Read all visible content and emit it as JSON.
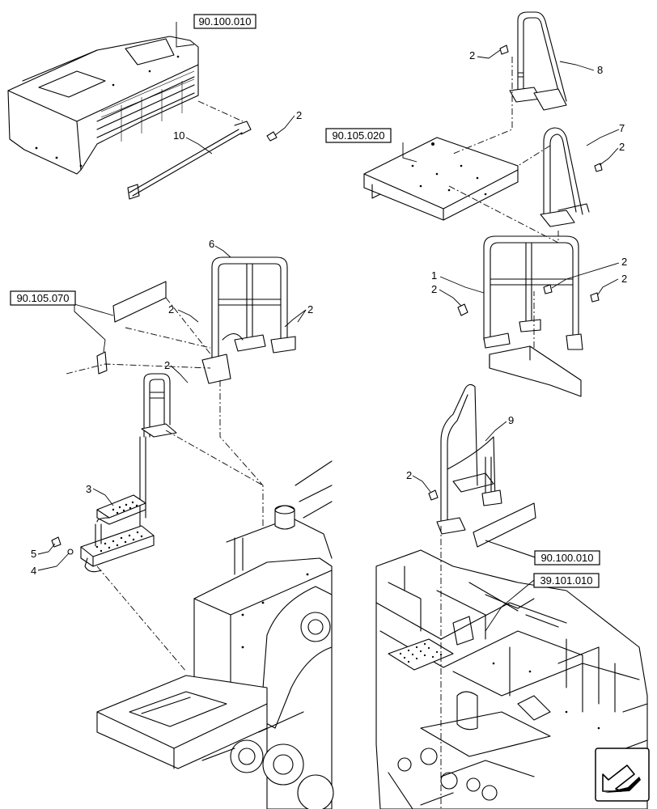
{
  "ref_boxes": [
    {
      "label": "90.100.010"
    },
    {
      "label": "90.105.020"
    },
    {
      "label": "90.105.070"
    },
    {
      "label": "90.100.010"
    },
    {
      "label": "39.101.010"
    }
  ],
  "callouts": [
    {
      "label": "2"
    },
    {
      "label": "8"
    },
    {
      "label": "2"
    },
    {
      "label": "10"
    },
    {
      "label": "7"
    },
    {
      "label": "2"
    },
    {
      "label": "6"
    },
    {
      "label": "2"
    },
    {
      "label": "2"
    },
    {
      "label": "1"
    },
    {
      "label": "2"
    },
    {
      "label": "2"
    },
    {
      "label": "2"
    },
    {
      "label": "2"
    },
    {
      "label": "3"
    },
    {
      "label": "5"
    },
    {
      "label": "4"
    },
    {
      "label": "9"
    },
    {
      "label": "2"
    }
  ],
  "nav_icon": "direction-arrow-icon"
}
